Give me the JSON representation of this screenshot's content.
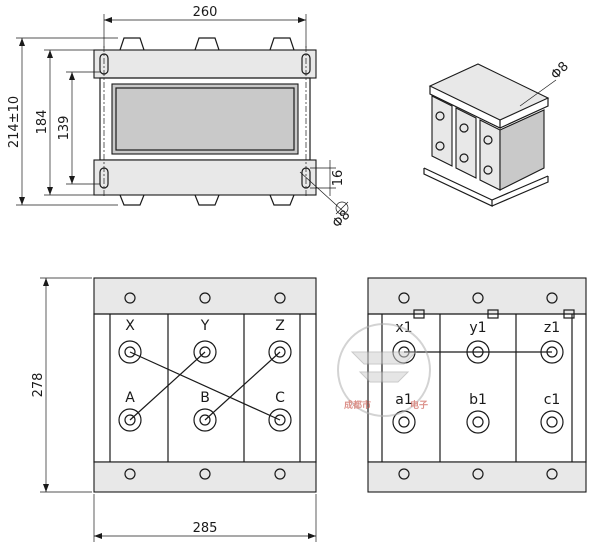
{
  "dimensions": {
    "top_width": "260",
    "overall_height": "214±10",
    "mount_height": "184",
    "inner_height": "139",
    "slot_width": "16",
    "hole_dia_top": "Φ8",
    "hole_dia_iso": "Φ8",
    "bottom_width": "285",
    "front_height": "278"
  },
  "terminals_primary": {
    "top": [
      "X",
      "Y",
      "Z"
    ],
    "bottom": [
      "A",
      "B",
      "C"
    ]
  },
  "terminals_secondary": {
    "top": [
      "x1",
      "y1",
      "z1"
    ],
    "bottom": [
      "a1",
      "b1",
      "c1"
    ]
  },
  "watermark": {
    "text": "成都市",
    "text2": "电子"
  },
  "colors": {
    "line": "#1a1a1a",
    "panel": "#e8e8e8",
    "watermark": "#c0392b"
  }
}
